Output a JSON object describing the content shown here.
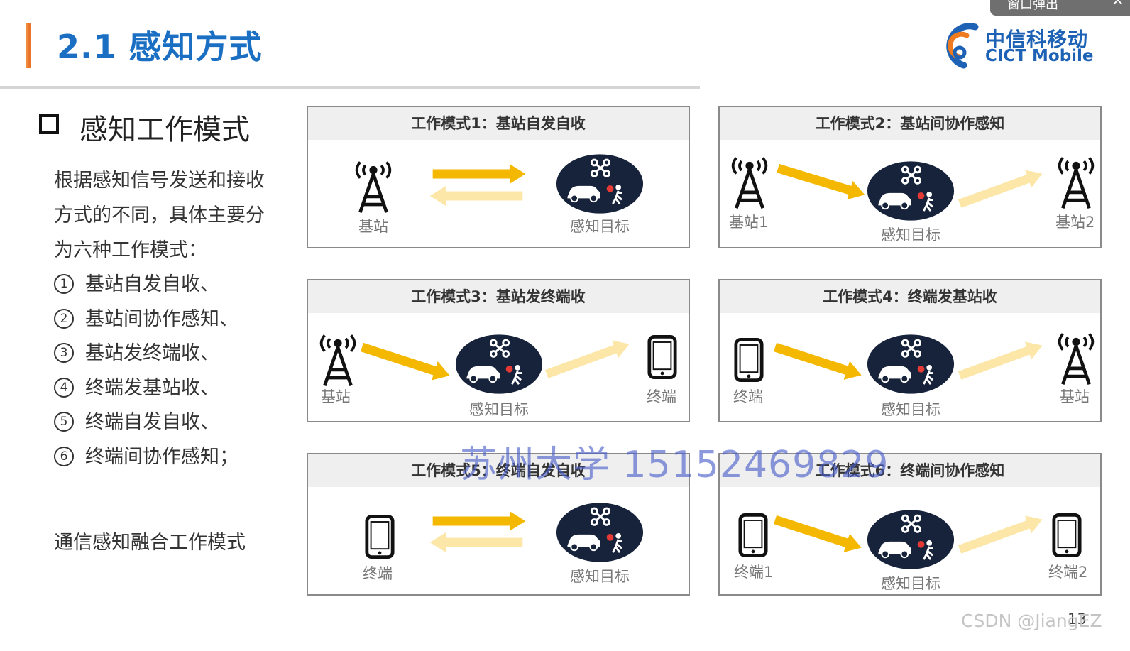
{
  "popup": {
    "label": "窗口弹出",
    "close": "×"
  },
  "title": "2.1 感知方式",
  "logo": {
    "cn": "中信科移动",
    "en": "CICT Mobile"
  },
  "section_heading": "感知工作模式",
  "description_lines": [
    "根据感知信号发送和接收",
    "方式的不同，具体主要分",
    "为六种工作模式："
  ],
  "modes": [
    {
      "num": "1",
      "text": "基站自发自收、"
    },
    {
      "num": "2",
      "text": "基站间协作感知、"
    },
    {
      "num": "3",
      "text": "基站发终端收、"
    },
    {
      "num": "4",
      "text": "终端发基站收、"
    },
    {
      "num": "5",
      "text": "终端自发自收、"
    },
    {
      "num": "6",
      "text": "终端间协作感知；"
    }
  ],
  "fusion": "通信感知融合工作模式",
  "panels": [
    {
      "title": "工作模式1：基站自发自收",
      "labels": [
        "基站",
        "感知目标"
      ]
    },
    {
      "title": "工作模式2：基站间协作感知",
      "labels": [
        "基站1",
        "感知目标",
        "基站2"
      ]
    },
    {
      "title": "工作模式3：基站发终端收",
      "labels": [
        "基站",
        "感知目标",
        "终端"
      ]
    },
    {
      "title": "工作模式4：终端发基站收",
      "labels": [
        "终端",
        "感知目标",
        "基站"
      ]
    },
    {
      "title": "工作模式5：终端自发自收",
      "labels": [
        "终端",
        "感知目标"
      ]
    },
    {
      "title": "工作模式6：终端间协作感知",
      "labels": [
        "终端1",
        "感知目标",
        "终端2"
      ]
    }
  ],
  "watermark": "苏州大学 15152469829",
  "csdn": "CSDN @JiangEZ",
  "page_number": "13",
  "colors": {
    "title_blue": "#1b6fc3",
    "accent_orange": "#e8752a",
    "arrow_gold": "#f5b800",
    "target_navy": "#17233b"
  }
}
